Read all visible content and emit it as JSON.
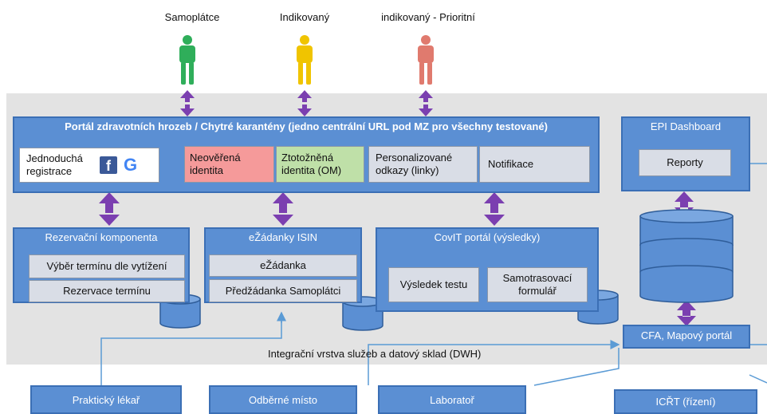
{
  "actors": [
    {
      "label": "Samoplátce",
      "color": "#2fae5a"
    },
    {
      "label": "Indikovaný",
      "color": "#f0c400"
    },
    {
      "label": "indikovaný - Prioritní",
      "color": "#e07a6e"
    }
  ],
  "portal": {
    "title": "Portál zdravotních hrozeb / Chytré  karantény (jedno centrální URL pod MZ pro všechny testované)",
    "registration": "Jednoduchá registrace",
    "unverified": "Neověřená identita",
    "verified": "Ztotožněná identita (OM)",
    "links": "Personalizované odkazy (linky)",
    "notifications": "Notifikace"
  },
  "epi": {
    "title": "EPI Dashboard",
    "reports": "Reporty"
  },
  "reservation": {
    "title": "Rezervační komponenta",
    "item1": "Výběr termínu dle vytížení",
    "item2": "Rezervace termínu"
  },
  "ezadanky": {
    "title": "eŽádanky ISIN",
    "item1": "eŽádanka",
    "item2": "Předžádanka Samoplátci"
  },
  "covit": {
    "title": "CovIT portál (výsledky)",
    "item1": "Výsledek testu",
    "item2": "Samotrasovací formulář"
  },
  "cfa": {
    "title": "CFA, Mapový portál"
  },
  "dwh": {
    "label": "Integrační vrstva služeb a datový sklad (DWH)"
  },
  "bottom": {
    "doctor": "Praktický lékař",
    "site": "Odběrné místo",
    "lab": "Laboratoř",
    "icrt": "ICŘT (řízení)"
  },
  "colors": {
    "blue": "#5b8fd3",
    "arrow": "#7b3fb0",
    "connector": "#5b9bd5"
  }
}
